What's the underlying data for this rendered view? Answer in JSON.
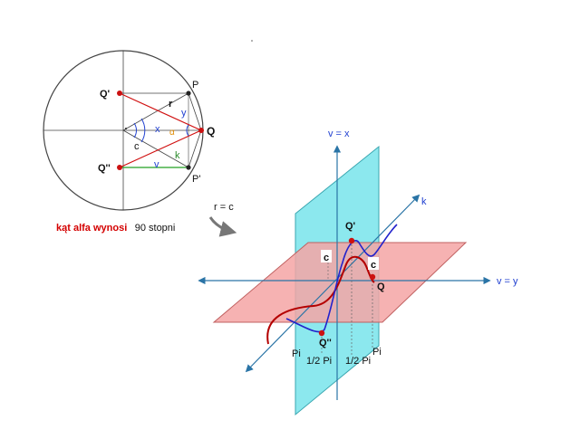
{
  "colors": {
    "circle": "#444444",
    "point": "#cc1111",
    "red_line": "#d01010",
    "blue_line": "#2040d0",
    "green_line": "#20a020",
    "axis": "#2a74a6",
    "blue_plane": "#7fe6ec",
    "red_plane": "#f4a4a4",
    "curve_red": "#b40000",
    "curve_blue": "#2222cc"
  },
  "circle_figure": {
    "labels": {
      "P": "P",
      "P_prime": "P'",
      "Q": "Q",
      "Q_prime": "Q'",
      "Q_double_prime": "Q''",
      "r": "r",
      "y": "y",
      "x": "x",
      "alpha": "α",
      "c": "c",
      "k": "k",
      "v": "v"
    },
    "caption_red": "kąt alfa wynosi",
    "caption_black": "90 stopni"
  },
  "arrow_note": "r = c",
  "axes_figure": {
    "axis_vx": "v = x",
    "axis_vy": "v = y",
    "axis_k": "k",
    "point_Q_prime": "Q'",
    "point_Q": "Q",
    "point_Q_double_prime": "Q''",
    "label_c1": "c",
    "label_c2": "c",
    "tick_pi_left": "Pi",
    "tick_half_pi_left": "1/2 Pi",
    "tick_half_pi_right": "1/2 Pi",
    "tick_pi_right": "Pi"
  }
}
